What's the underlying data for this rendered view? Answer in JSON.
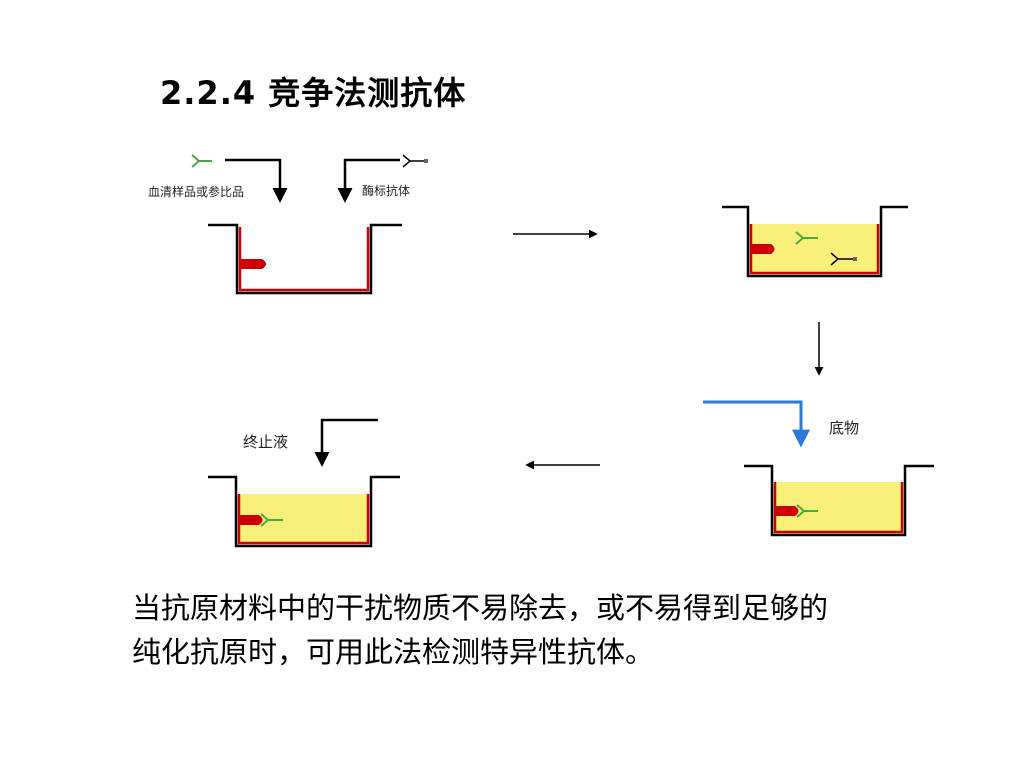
{
  "title": "2.2.4 竞争法测抗体",
  "labels": {
    "sample": "血清样品或参比品",
    "enzyme_antibody": "酶标抗体",
    "substrate": "底物",
    "stop": "终止液"
  },
  "description": {
    "line1": "当抗原材料中的干扰物质不易除去，或不易得到足够的",
    "line2": "纯化抗原时，可用此法检测特异性抗体。"
  },
  "colors": {
    "well_outline": "#000000",
    "antigen_red": "#cc0000",
    "solution_yellow": "#f8f078",
    "antibody_green": "#44aa44",
    "substrate_arrow": "#2a7ad8"
  }
}
